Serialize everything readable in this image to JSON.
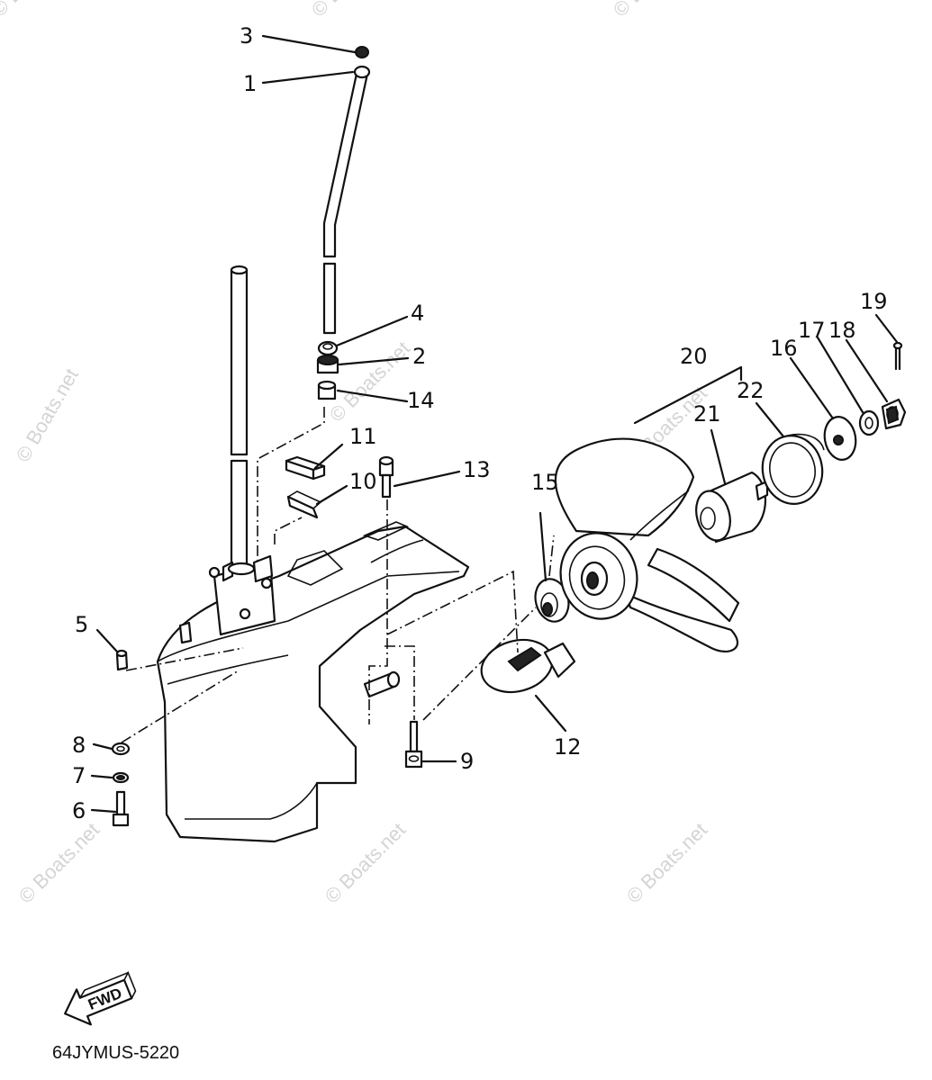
{
  "callouts": [
    "1",
    "2",
    "3",
    "4",
    "5",
    "6",
    "7",
    "8",
    "9",
    "10",
    "11",
    "12",
    "13",
    "14",
    "15",
    "16",
    "17",
    "18",
    "19",
    "20",
    "21",
    "22"
  ],
  "watermark": "© Boats.net",
  "fwd_label": "FWD",
  "diagram_code": "64JYMUS-5220"
}
